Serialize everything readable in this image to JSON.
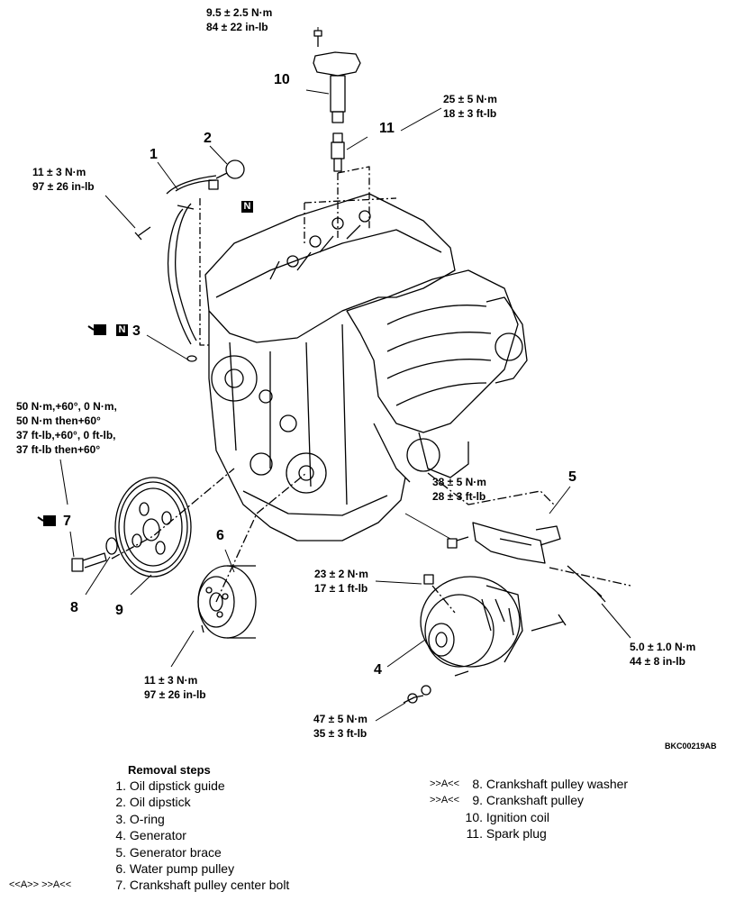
{
  "torques": {
    "coil_bolt": [
      "9.5 ± 2.5 N·m",
      "84 ± 22 in-lb"
    ],
    "spark_plug": [
      "25 ± 5 N·m",
      "18 ± 3 ft-lb"
    ],
    "dipstick_guide_bolt": [
      "11 ± 3 N·m",
      "97 ± 26 in-lb"
    ],
    "crank_bolt": [
      "50 N·m,+60°, 0 N·m,",
      "50 N·m then+60°",
      "37 ft-lb,+60°, 0 ft-lb,",
      "37 ft-lb then+60°"
    ],
    "brace_bolt": [
      "38 ± 5 N·m",
      "28 ± 3 ft-lb"
    ],
    "generator_nut": [
      "23 ± 2 N·m",
      "17 ± 1 ft-lb"
    ],
    "long_bolt": [
      "5.0 ± 1.0 N·m",
      "44 ± 8 in-lb"
    ],
    "pulley_bolt": [
      "11 ± 3 N·m",
      "97 ± 26 in-lb"
    ],
    "generator_pulley_nut": [
      "47 ± 5 N·m",
      "35 ± 3 ft-lb"
    ]
  },
  "callouts": {
    "n1": "1",
    "n2": "2",
    "n3": "3",
    "n4": "4",
    "n5": "5",
    "n6": "6",
    "n7": "7",
    "n8": "8",
    "n9": "9",
    "n10": "10",
    "n11": "11"
  },
  "symbols": {
    "n_mark": "N"
  },
  "figure_code": "BKC00219AB",
  "removal_title": "Removal steps",
  "steps_left": [
    {
      "num": "1.",
      "text": "Oil dipstick guide",
      "prefix": ""
    },
    {
      "num": "2.",
      "text": "Oil dipstick",
      "prefix": ""
    },
    {
      "num": "3.",
      "text": "O-ring",
      "prefix": ""
    },
    {
      "num": "4.",
      "text": "Generator",
      "prefix": ""
    },
    {
      "num": "5.",
      "text": "Generator brace",
      "prefix": ""
    },
    {
      "num": "6.",
      "text": "Water pump pulley",
      "prefix": ""
    },
    {
      "num": "7.",
      "text": "Crankshaft pulley center bolt",
      "prefix": "<<A>>     >>A<<"
    }
  ],
  "steps_right": [
    {
      "num": "8.",
      "text": "Crankshaft pulley washer",
      "prefix": ">>A<<"
    },
    {
      "num": "9.",
      "text": "Crankshaft pulley",
      "prefix": ">>A<<"
    },
    {
      "num": "10.",
      "text": "Ignition coil",
      "prefix": ""
    },
    {
      "num": "11.",
      "text": "Spark plug",
      "prefix": ""
    }
  ]
}
